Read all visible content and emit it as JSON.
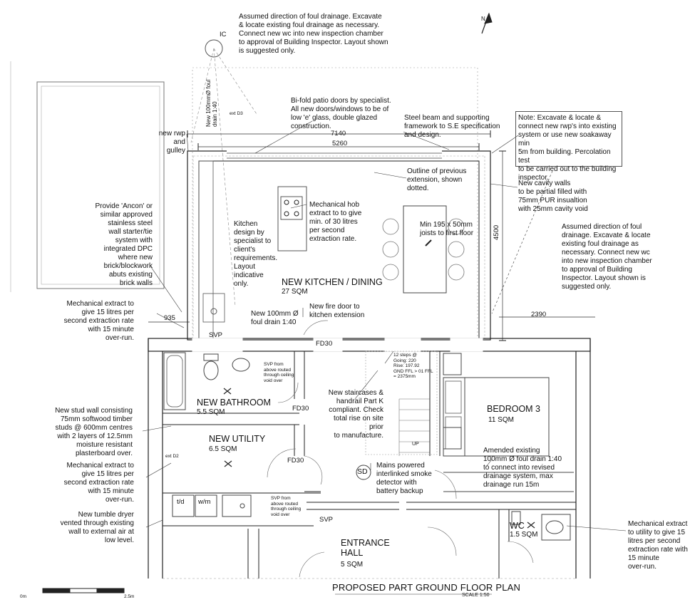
{
  "title": "PROPOSED PART GROUND FLOOR PLAN",
  "scale": "SCALE 1:50",
  "scale_bar": {
    "start": "0m",
    "end": "2.5m"
  },
  "north_label": "N",
  "ic_label": "IC",
  "rooms": {
    "kitchen": {
      "name": "NEW KITCHEN / DINING",
      "area": "27 SQM"
    },
    "bathroom": {
      "name": "NEW BATHROOM",
      "area": "5.5 SQM"
    },
    "utility": {
      "name": "NEW UTILITY",
      "area": "6.5 SQM"
    },
    "bedroom": {
      "name": "BEDROOM 3",
      "area": "11 SQM"
    },
    "hall": {
      "name": "ENTRANCE\nHALL",
      "area": "5 SQM"
    },
    "wc": {
      "name": "WC",
      "area": "1.5 SQM"
    }
  },
  "dimensions": {
    "d7140": "7140",
    "d5260": "5260",
    "d4500": "4500",
    "d935": "935",
    "d2390": "2390"
  },
  "labels": {
    "svp_top": "SVP",
    "svp_bottom": "SVP",
    "fd30_a": "FD30",
    "fd30_b": "FD30",
    "fd30_c": "FD30",
    "sd": "SD",
    "up": "UP",
    "td": "t/d",
    "wm": "w/m",
    "ext_d3": "ext D3",
    "ext_d2": "ext D2"
  },
  "notes": {
    "foul_top": "Assumed direction of foul drainage. Excavate\n& locate existing foul drainage as necessary.\nConnect new wc into new inspection chamber\nto approval of Building Inspector. Layout shown\nis suggested only.",
    "foul_drain_vertical": "New 100mmØ foul\ndrain 1:40",
    "bifold": "Bi-fold patio doors by specialist.\nAll new doors/windows to be of\nlow 'e' glass, double glazed\nconstruction.",
    "steel_beam": "Steel beam and supporting\nframework to S.E specification\nand design.",
    "excavate_rwp": "Note: Excavate & locate &\nconnect new rwp's into existing\nsystem or use new soakaway min\n5m from building. Percolation test\nto be carried out to the building\ninspector.",
    "new_rwp": "new rwp\nand\ngulley",
    "outline_prev": "Outline of previous\nextension, shown\ndotted.",
    "cavity_walls": "New cavity walls\nto be partial filled with\n75mm PUR insualtion\nwith 25mm cavity void",
    "ancon": "Provide 'Ancon' or\nsimilar approved\nstainless steel\nwall starter/tie\nsystem with\nintegrated DPC\nwhere new\nbrick/blockwork\nabuts existing\nbrick walls",
    "mech_hob": "Mechanical hob\nextract to to give\nmin. of 30 litres\nper second\nextraction rate.",
    "kitchen_design": "Kitchen\ndesign by\nspecialist to\nclient's\nrequirements.\nLayout\nindicative\nonly.",
    "joists": "Min 195 x 50mm\njoists to first floor",
    "foul_right": "Assumed direction of foul\ndrainage. Excavate & locate\nexisting foul drainage as\nnecessary. Connect new wc\ninto new inspection chamber\nto approval of Building\nInspector. Layout shown is\nsuggested only.",
    "mech_bath": "Mechanical extract to\ngive 15 litres per\nsecond  extraction rate\nwith 15 minute\nover-run.",
    "fire_door": "New fire door to\nkitchen extension",
    "foul_drain_mid": "New 100mm Ø\nfoul drain 1:40",
    "svp_above_1": "SVP from\nabove routed\nthrough ceiling\nvoid over",
    "svp_above_2": "SVP from\nabove routed\nthrough ceiling\nvoid over",
    "steps": "12 steps @\nGoing: 220\nRise: 197.92\nGND FFL > 01 FFL\n= 2375mm",
    "staircase": "New staircases &\nhandrail Part K\ncompliant. Check\ntotal rise on site prior\nto manufacture.",
    "stud_wall": "New stud wall consisting\n75mm softwood timber\nstuds @ 600mm centres\nwith 2 layers of 12.5mm\nmoisture resistant\nplasterboard over.",
    "mech_utility": "Mechanical extract to\ngive 15 litres per\nsecond  extraction rate\nwith 15 minute\nover-run.",
    "smoke": "Mains powered\ninterlinked smoke\ndetector with\nbattery backup",
    "amended_drain": "Amended existing\n100mm Ø foul drain 1:40\nto connect into revised\ndrainage system, max\ndrainage run 15m",
    "tumble": "New tumble dryer\nvented through existing\nwall to external air at\nlow level.",
    "mech_wc": "Mechanical extract\nto utility to give 15\nlitres per second\nextraction rate with\n15 minute\nover-run."
  }
}
